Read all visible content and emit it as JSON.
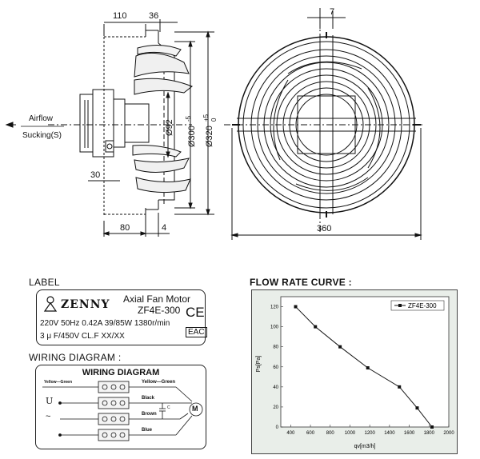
{
  "drawing": {
    "dim_110": "110",
    "dim_36": "36",
    "dim_7": "7",
    "dim_d92": "Ø92",
    "dim_d300": "Ø300",
    "dim_d300_tol": "-5",
    "dim_d320": "Ø320",
    "dim_d320_tol_top": "+5",
    "dim_d320_tol_bottom": "0",
    "dim_30": "30",
    "dim_80": "80",
    "dim_4": "4",
    "dim_360": "360",
    "airflow_label": "Airflow",
    "sucking_label": "Sucking(S)"
  },
  "label_section": {
    "heading": "LABEL",
    "brand": "ZENNY",
    "product_title": "Axial Fan Motor",
    "model": "ZF4E-300",
    "spec_line": "220V 50Hz 0.42A 39/85W 1380r/min",
    "cap_line": "3 μ F/450V CL.F XX/XX",
    "ce_mark": "CE",
    "eac_mark": "EAC"
  },
  "wiring": {
    "heading": "WIRING DIAGRAM :",
    "inner_title": "WIRING DIAGRAM",
    "u_label": "U",
    "tilde_label": "~",
    "yellow_green_left": "Yellow—Green",
    "yellow_green_right": "Yellow—Green",
    "black": "Black",
    "brown": "Brown",
    "blue": "Blue",
    "cap_label": "C",
    "motor_label": "M"
  },
  "flow": {
    "heading": "FLOW RATE CURVE :"
  },
  "chart_data": {
    "type": "line",
    "xlabel": "qv[m3/h]",
    "ylabel": "Ps[Pa]",
    "xlim": [
      300,
      2000
    ],
    "ylim": [
      0,
      130
    ],
    "xticks": [
      400,
      600,
      800,
      1000,
      1200,
      1400,
      1600,
      1800,
      2000
    ],
    "yticks": [
      0,
      20,
      40,
      60,
      80,
      100,
      120
    ],
    "legend_position": "top-right",
    "series": [
      {
        "name": "ZF4E-300",
        "x": [
          450,
          650,
          900,
          1180,
          1500,
          1680,
          1830
        ],
        "y": [
          120,
          100,
          80,
          59,
          40,
          19,
          0
        ]
      }
    ]
  }
}
